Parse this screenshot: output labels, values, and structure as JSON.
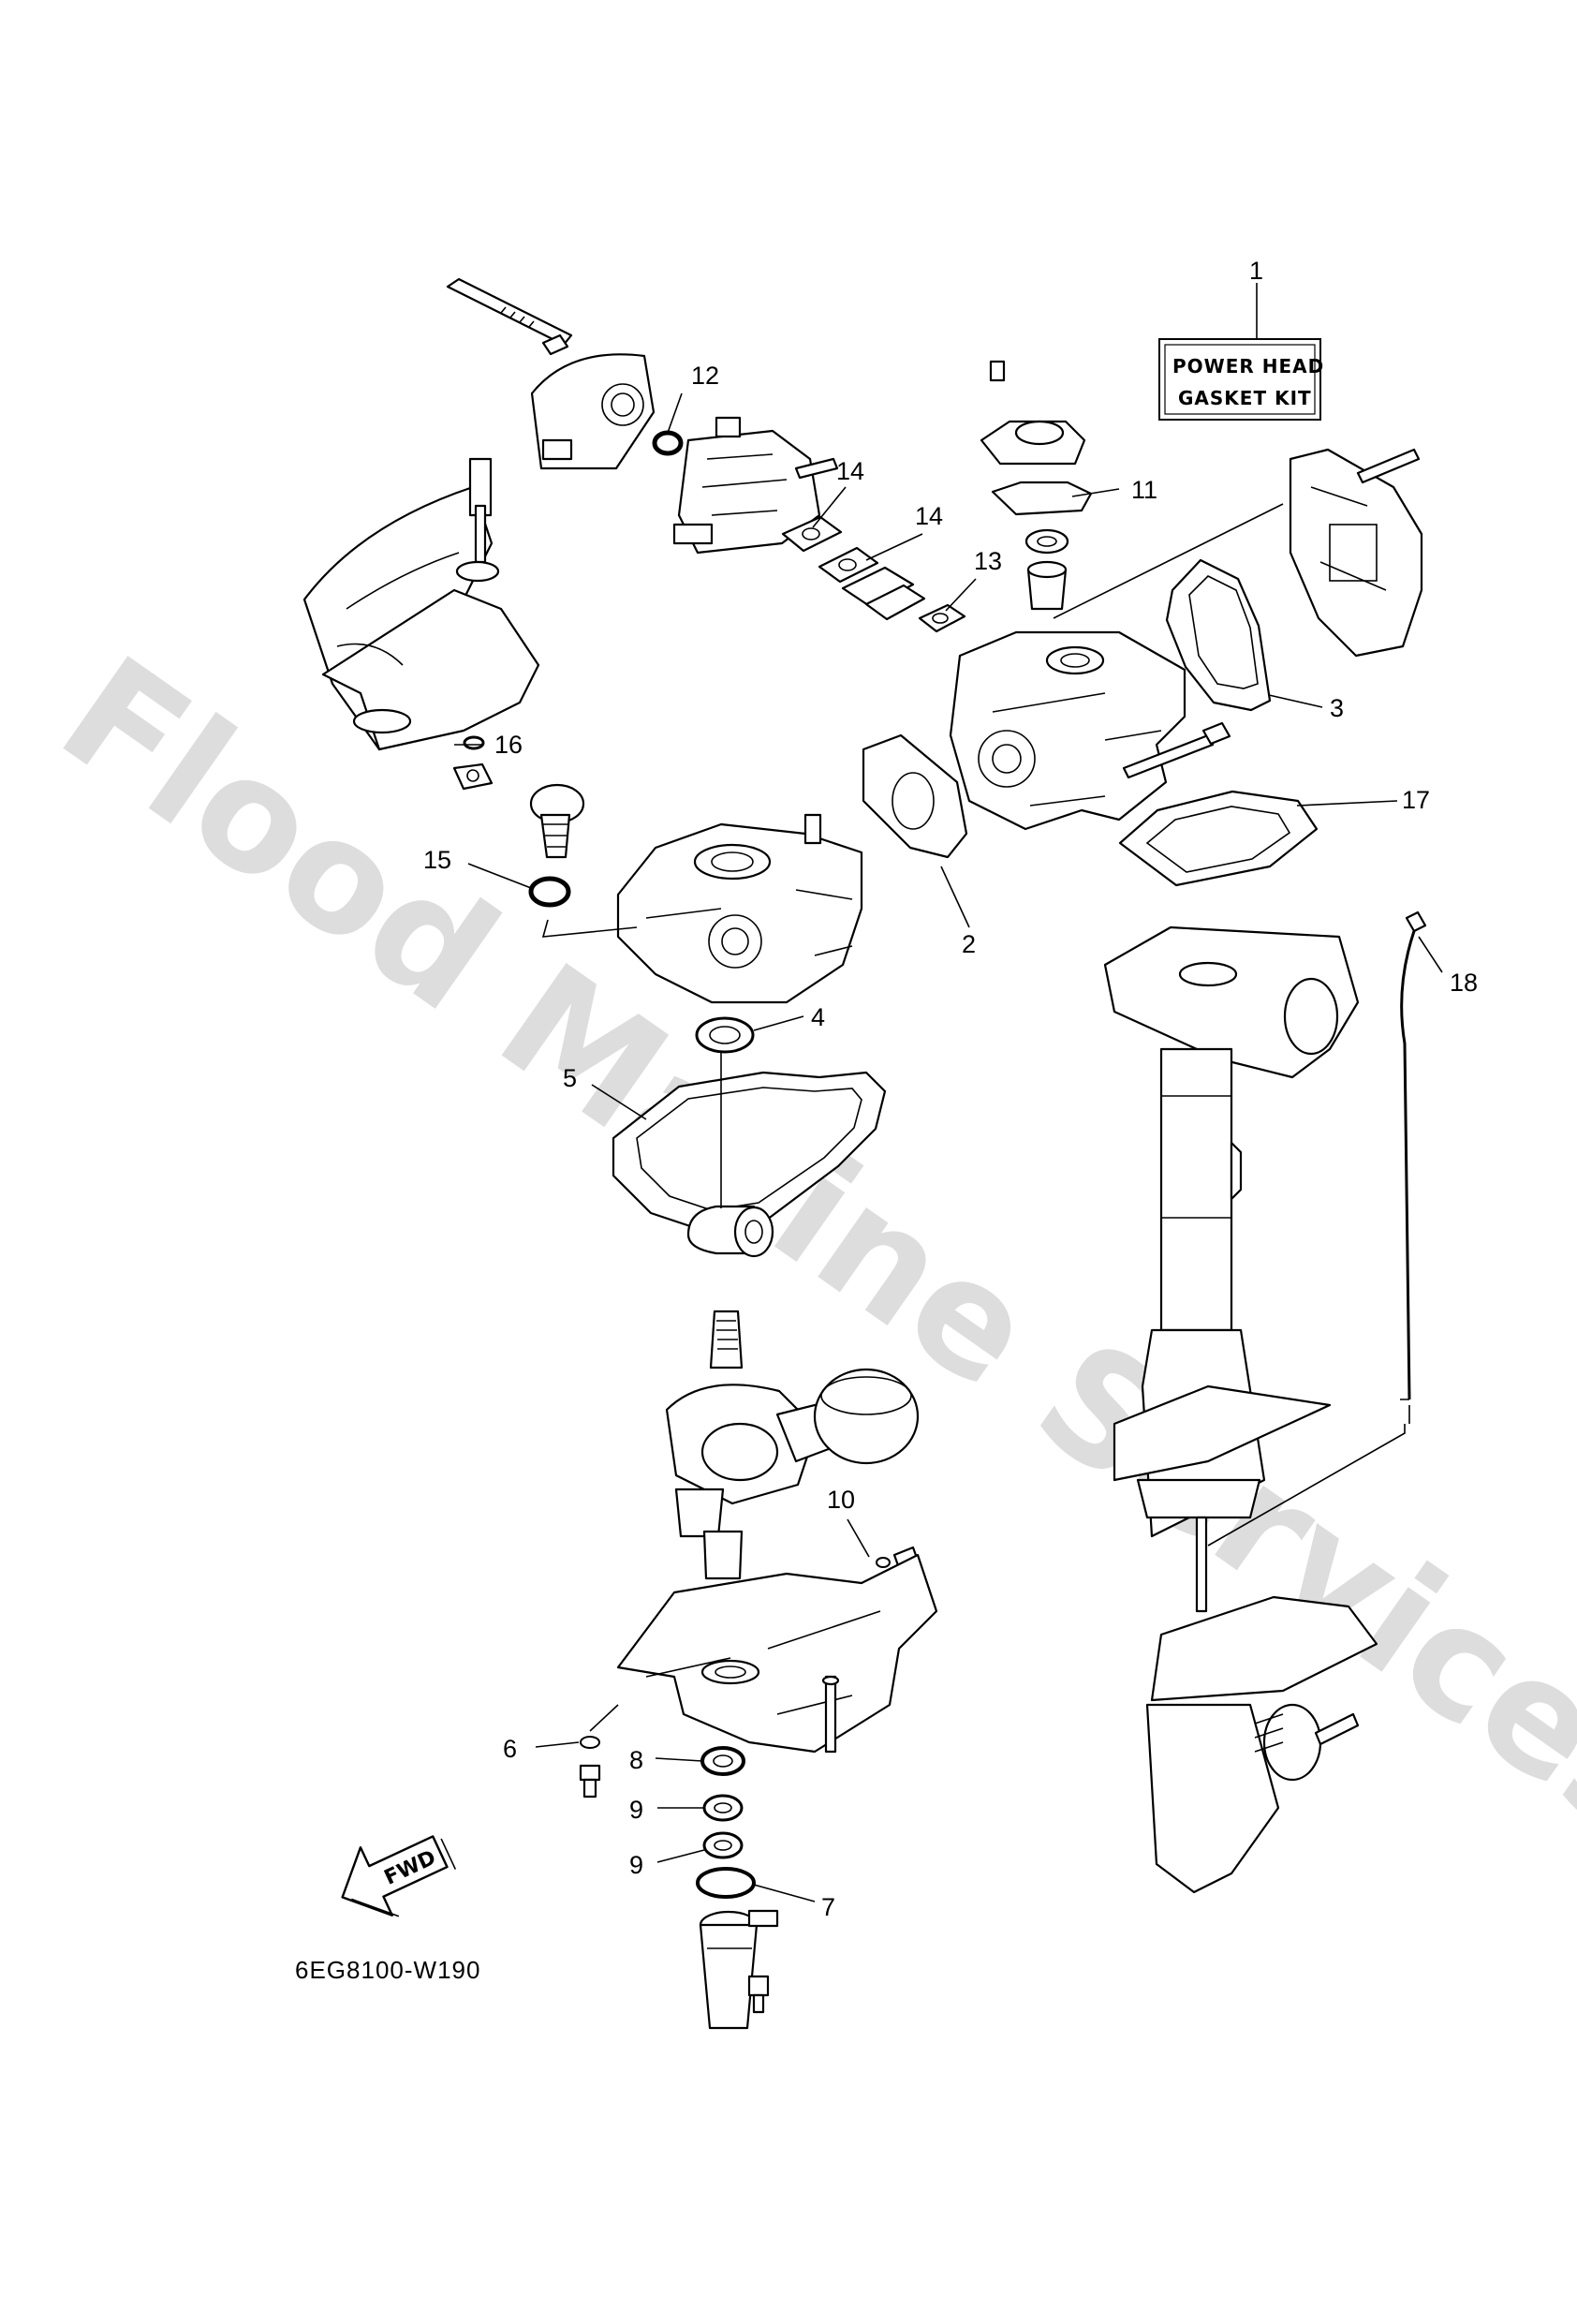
{
  "watermark": "Flood Marine Services",
  "kit_box": {
    "line1": "POWER HEAD",
    "line2": "GASKET KIT"
  },
  "diagram_code": "6EG8100-W190",
  "fwd_label": "FWD",
  "callouts": [
    {
      "id": "c1",
      "text": "1"
    },
    {
      "id": "c2",
      "text": "2"
    },
    {
      "id": "c3",
      "text": "3"
    },
    {
      "id": "c4",
      "text": "4"
    },
    {
      "id": "c5",
      "text": "5"
    },
    {
      "id": "c6",
      "text": "6"
    },
    {
      "id": "c7",
      "text": "7"
    },
    {
      "id": "c8",
      "text": "8"
    },
    {
      "id": "c9a",
      "text": "9"
    },
    {
      "id": "c9b",
      "text": "9"
    },
    {
      "id": "c10",
      "text": "10"
    },
    {
      "id": "c11",
      "text": "11"
    },
    {
      "id": "c12",
      "text": "12"
    },
    {
      "id": "c13",
      "text": "13"
    },
    {
      "id": "c14a",
      "text": "14"
    },
    {
      "id": "c14b",
      "text": "14"
    },
    {
      "id": "c15",
      "text": "15"
    },
    {
      "id": "c16",
      "text": "16"
    },
    {
      "id": "c17",
      "text": "17"
    },
    {
      "id": "c18",
      "text": "18"
    }
  ]
}
